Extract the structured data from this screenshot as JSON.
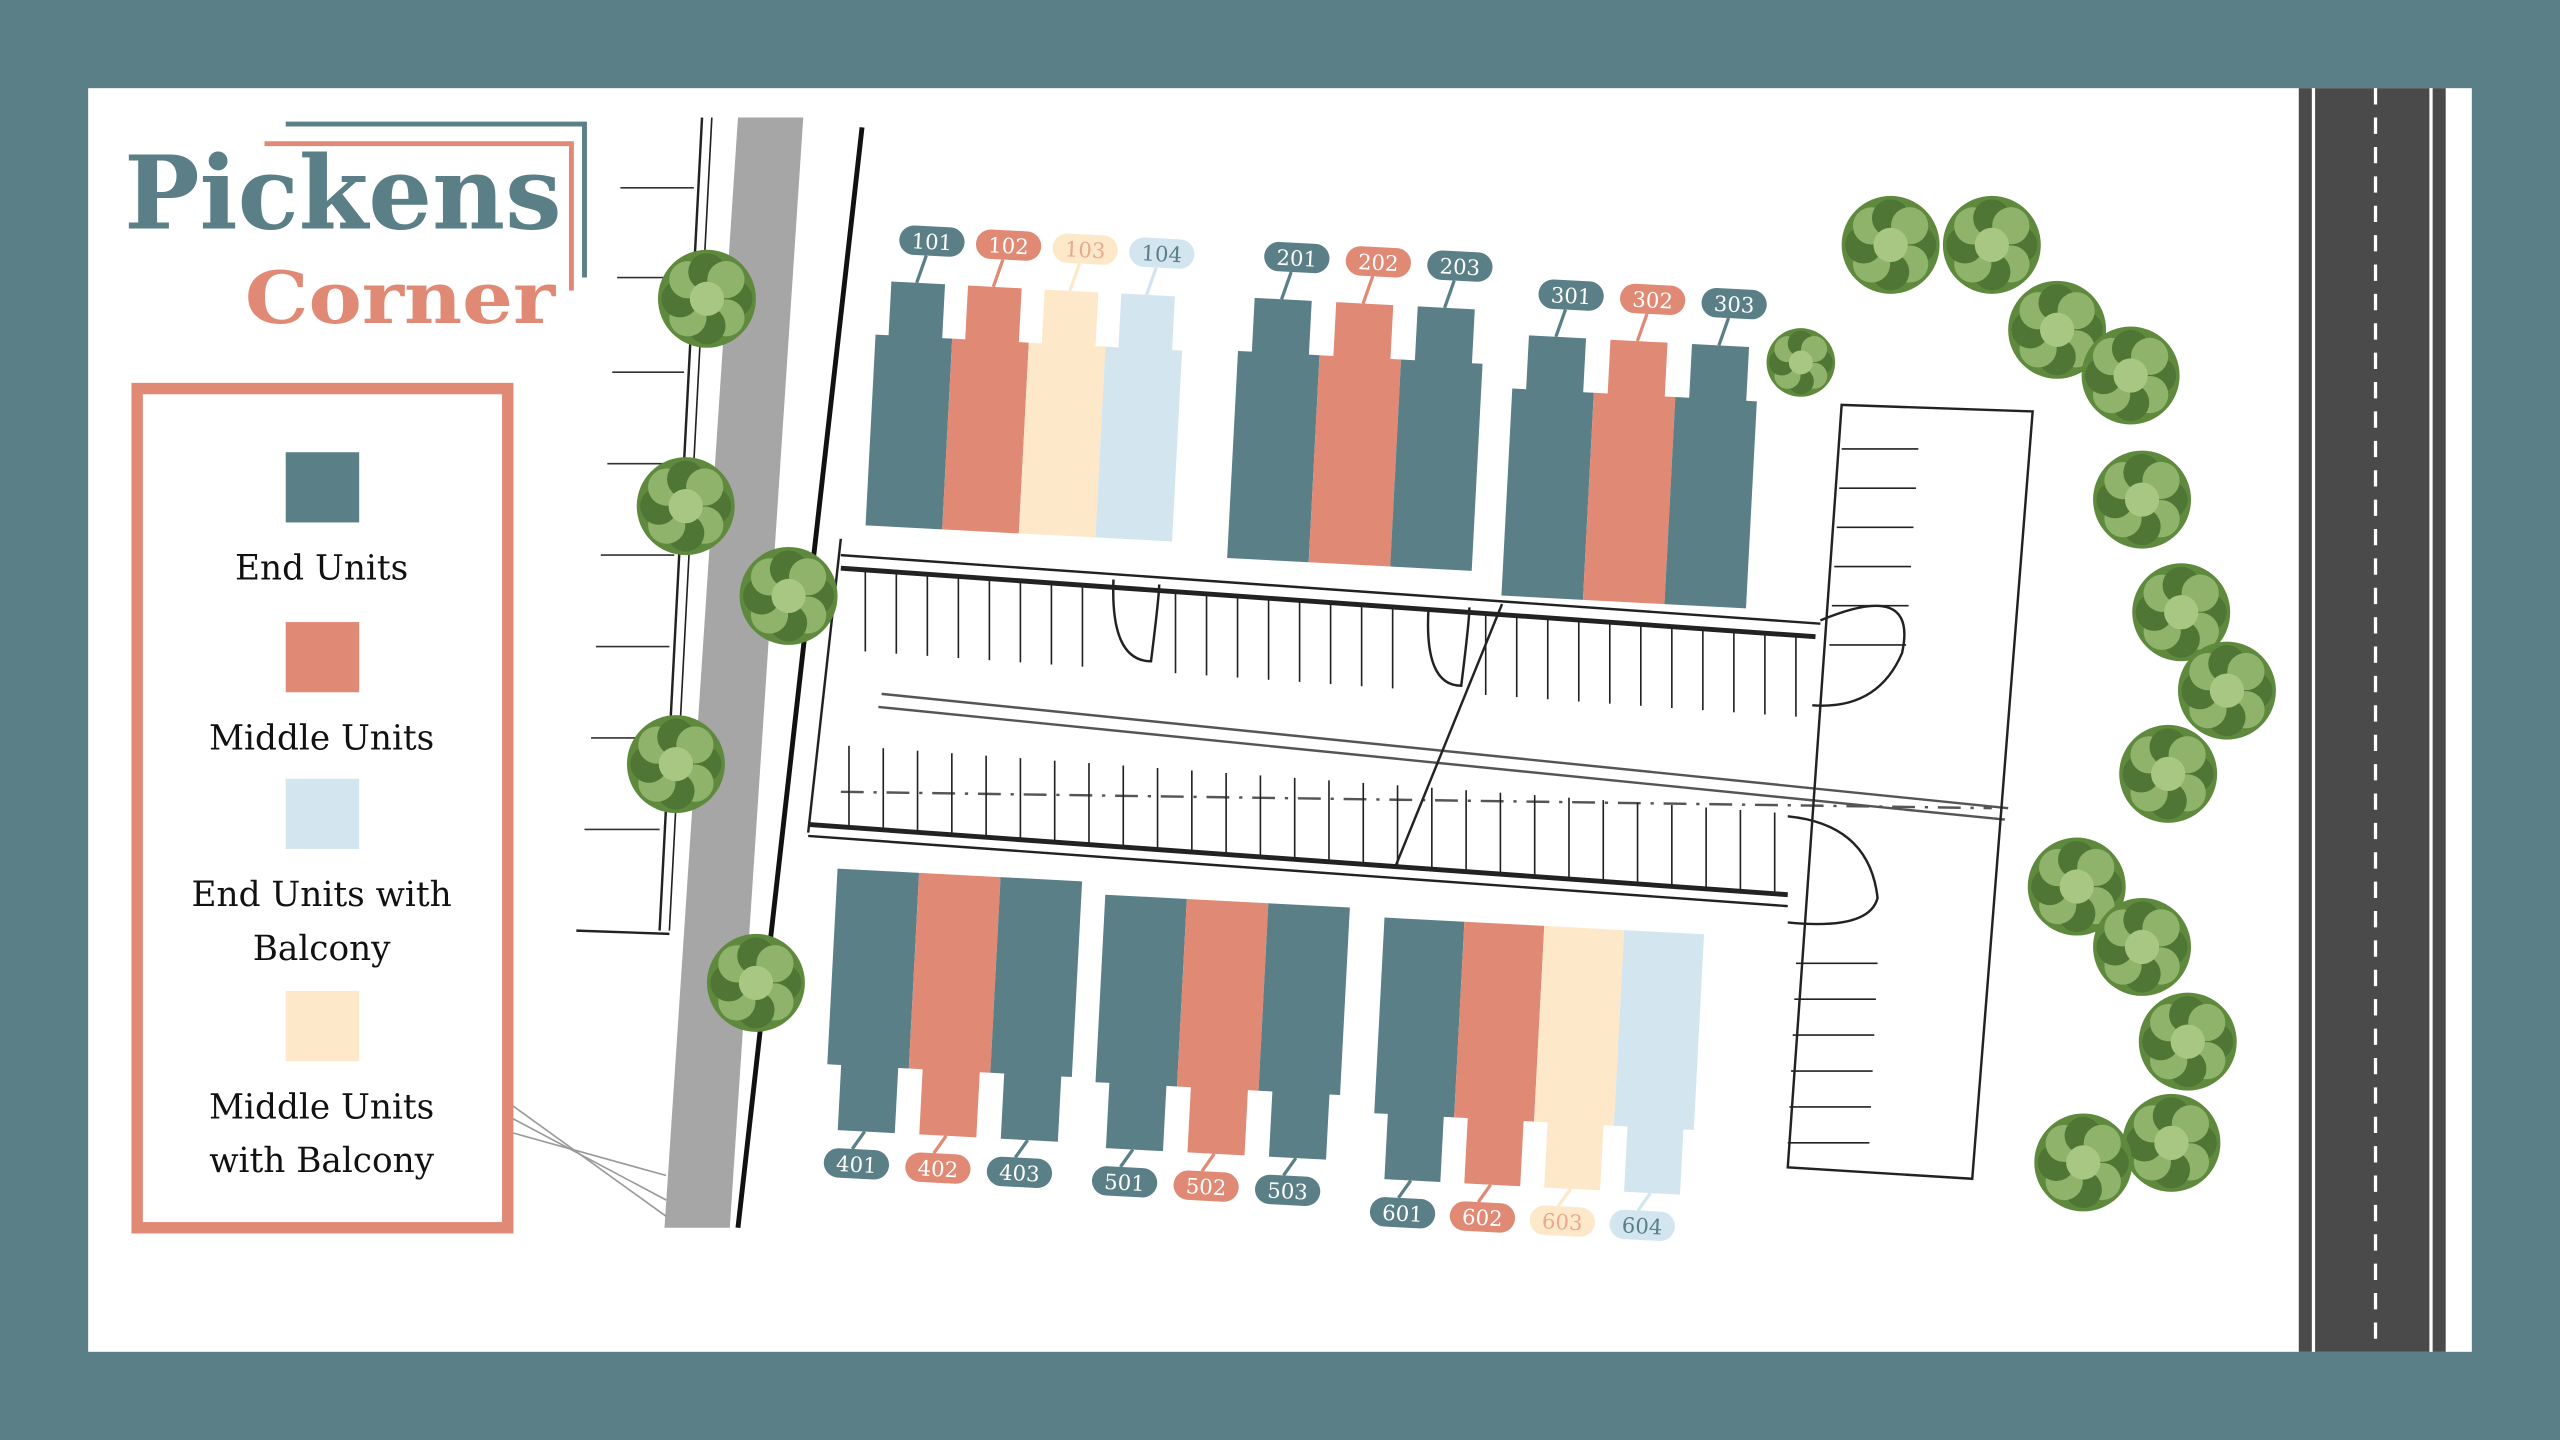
{
  "logo": {
    "line1": "Pickens",
    "line2": "Corner"
  },
  "colors": {
    "frame": "#5b7f87",
    "end": "#5a7f87",
    "middle": "#e08a76",
    "end_balcony": "#d3e6f0",
    "middle_balcony": "#fde9c9"
  },
  "legend": {
    "items": [
      {
        "type": "end",
        "lines": [
          "End Units"
        ]
      },
      {
        "type": "middle",
        "lines": [
          "Middle Units"
        ]
      },
      {
        "type": "end_balcony",
        "lines": [
          "End Units with",
          "Balcony"
        ]
      },
      {
        "type": "middle_balcony",
        "lines": [
          "Middle Units",
          "with Balcony"
        ]
      }
    ]
  },
  "buildings": [
    {
      "row": "top",
      "units": [
        {
          "number": "101",
          "type": "end"
        },
        {
          "number": "102",
          "type": "middle"
        },
        {
          "number": "103",
          "type": "middle_balcony"
        },
        {
          "number": "104",
          "type": "end_balcony"
        }
      ]
    },
    {
      "row": "top",
      "units": [
        {
          "number": "201",
          "type": "end"
        },
        {
          "number": "202",
          "type": "middle"
        },
        {
          "number": "203",
          "type": "end"
        }
      ]
    },
    {
      "row": "top",
      "units": [
        {
          "number": "301",
          "type": "end"
        },
        {
          "number": "302",
          "type": "middle"
        },
        {
          "number": "303",
          "type": "end"
        }
      ]
    },
    {
      "row": "bottom",
      "units": [
        {
          "number": "401",
          "type": "end"
        },
        {
          "number": "402",
          "type": "middle"
        },
        {
          "number": "403",
          "type": "end"
        }
      ]
    },
    {
      "row": "bottom",
      "units": [
        {
          "number": "501",
          "type": "end"
        },
        {
          "number": "502",
          "type": "middle"
        },
        {
          "number": "503",
          "type": "end"
        }
      ]
    },
    {
      "row": "bottom",
      "units": [
        {
          "number": "601",
          "type": "end"
        },
        {
          "number": "602",
          "type": "middle"
        },
        {
          "number": "603",
          "type": "middle_balcony"
        },
        {
          "number": "604",
          "type": "end_balcony"
        }
      ]
    }
  ]
}
